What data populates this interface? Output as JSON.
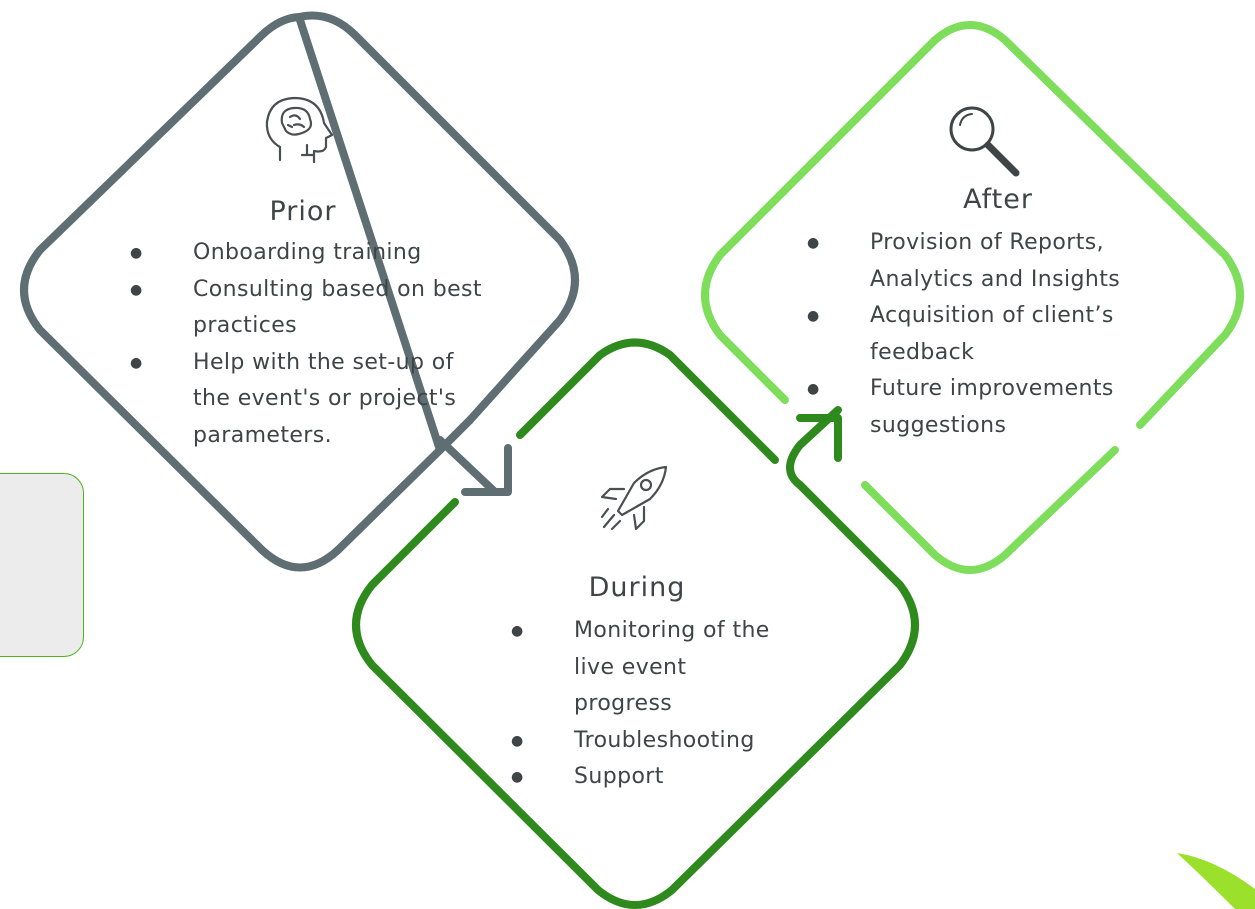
{
  "phases": [
    {
      "id": "prior",
      "title": "Prior",
      "icon": "brain-head-icon",
      "color": "#5e6e72",
      "items": [
        "Onboarding training",
        "Consulting based on best practices",
        "Help with the set-up of the event's or project's parameters."
      ]
    },
    {
      "id": "during",
      "title": "During",
      "icon": "rocket-icon",
      "color": "#2f8a1e",
      "items": [
        "Monitoring of the live event progress",
        "Troubleshooting",
        "Support"
      ]
    },
    {
      "id": "after",
      "title": "After",
      "icon": "magnifier-icon",
      "color": "#7fdd5c",
      "items": [
        "Provision of Reports, Analytics and Insights",
        "Acquisition of client’s feedback",
        "Future improvements suggestions"
      ]
    }
  ],
  "flow": [
    "prior",
    "during",
    "after"
  ]
}
